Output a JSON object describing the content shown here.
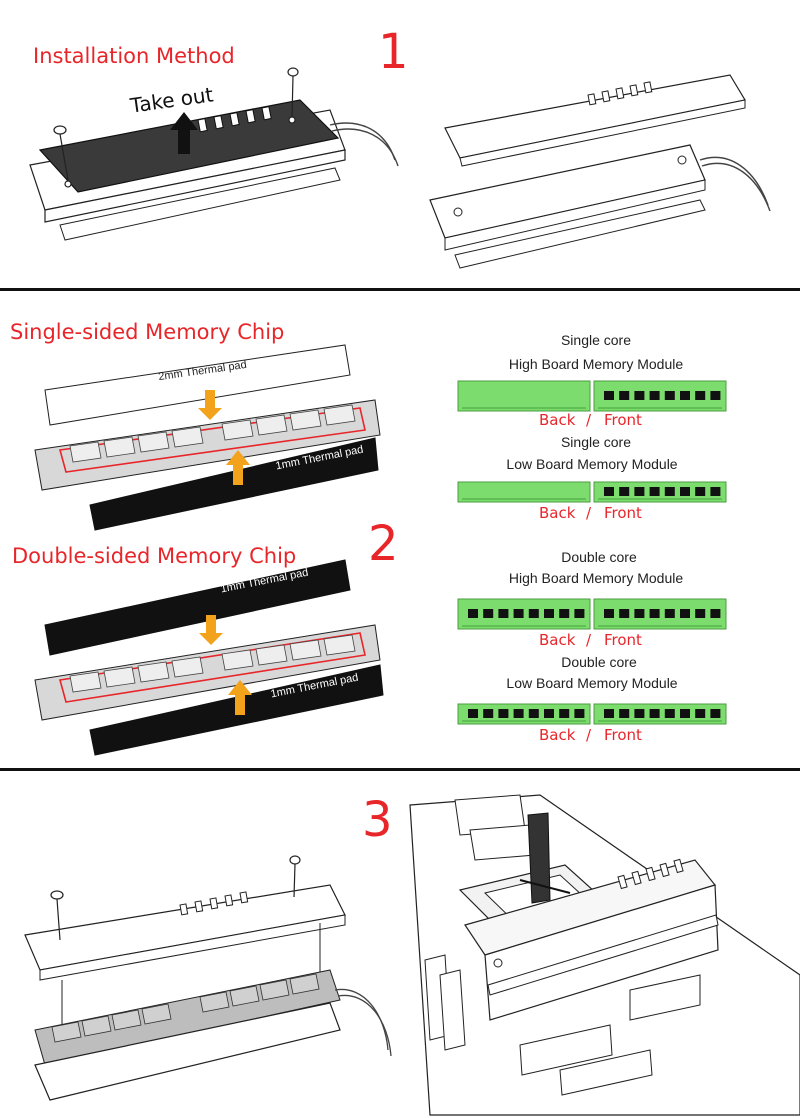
{
  "section1": {
    "title": "Installation Method",
    "step": "1",
    "take_out": "Take out"
  },
  "section2": {
    "step": "2",
    "single_title": "Single-sided Memory Chip",
    "double_title": "Double-sided Memory Chip",
    "pad_2mm": "2mm Thermal pad",
    "pad_1mm_a": "1mm Thermal pad",
    "pad_1mm_b": "1mm Thermal pad",
    "pad_1mm_c": "1mm Thermal pad",
    "modules": [
      {
        "line1": "Single core",
        "line2": "High Board Memory Module",
        "back": "Back",
        "sep": "/",
        "front": "Front"
      },
      {
        "line1": "Single core",
        "line2": "Low Board Memory Module",
        "back": "Back",
        "sep": "/",
        "front": "Front"
      },
      {
        "line1": "Double core",
        "line2": "High Board Memory Module",
        "back": "Back",
        "sep": "/",
        "front": "Front"
      },
      {
        "line1": "Double core",
        "line2": "Low Board Memory Module",
        "back": "Back",
        "sep": "/",
        "front": "Front"
      }
    ]
  },
  "section3": {
    "step": "3"
  },
  "colors": {
    "accent_red": "#e8262a",
    "module_green": "#7ddc6e",
    "arrow_orange": "#f3a21c",
    "pad_black": "#111111"
  }
}
